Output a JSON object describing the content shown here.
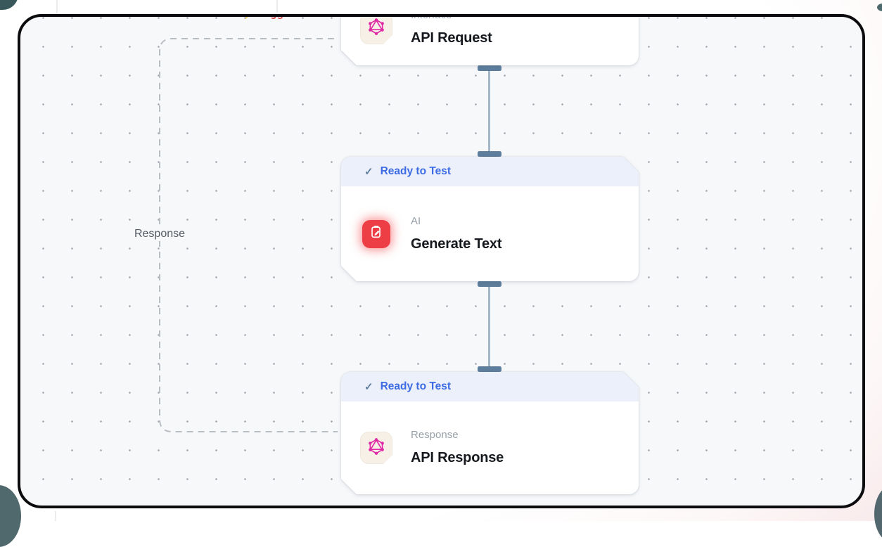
{
  "trigger": {
    "icon": "⚡",
    "label": "Trigger"
  },
  "loop": {
    "label": "Response"
  },
  "badge_check": "✓",
  "nodes": [
    {
      "label": "Interface",
      "title": "API Request",
      "badge": "",
      "icon": "hexagram-icon"
    },
    {
      "label": "AI",
      "title": "Generate Text",
      "badge": "Ready to Test",
      "icon": "clipboard-edit-icon"
    },
    {
      "label": "Response",
      "title": "API Response",
      "badge": "Ready to Test",
      "icon": "hexagram-icon"
    }
  ],
  "colors": {
    "canvas_bg": "#f7f8fa",
    "border_black": "#0c0c0e",
    "badge_bg": "#ecf0fa",
    "badge_text_blue": "#3d6be4",
    "connector_slate": "#5d7e9c",
    "ai_icon_red": "#ee3e45",
    "hexagram_pink": "#e02aa5",
    "trigger_red": "#e0484a",
    "page_pink": "#eed3d8",
    "teal_accent": "#50696d"
  }
}
